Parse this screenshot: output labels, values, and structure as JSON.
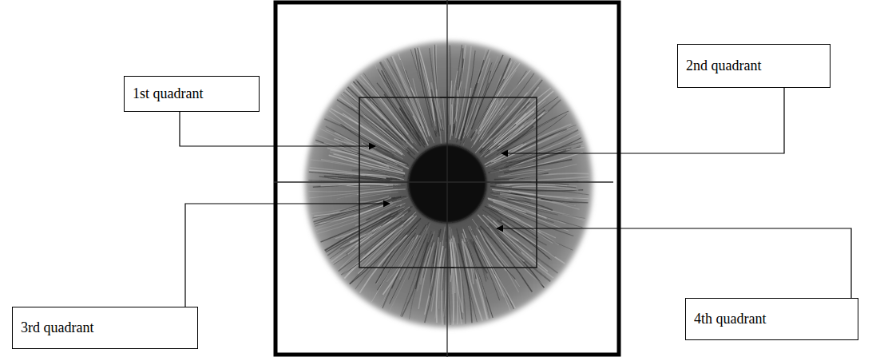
{
  "diagram": {
    "nodes": [
      {
        "text": [
          "1st quadrant"
        ]
      },
      {
        "text": [
          "2nd quadrant"
        ]
      },
      {
        "text": [
          "3rd quadrant"
        ]
      },
      {
        "text": [
          "4th quadrant"
        ]
      }
    ]
  }
}
